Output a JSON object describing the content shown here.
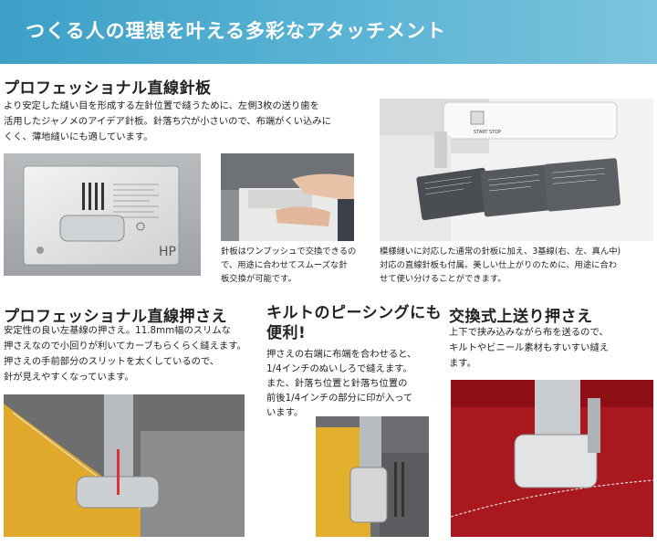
{
  "banner": {
    "title": "つくる人の理想を叶える多彩なアタッチメント",
    "color": "#4aaad0"
  },
  "needle_plate": {
    "heading": "プロフェッショナル直線針板",
    "body": [
      "より安定した縫い目を形成する左針位置で縫うために、左側3枚の送り歯を",
      "活用したジャノメのアイデア針板。針落ち穴が小さいので、布端がくい込みに",
      "くく、薄地縫いにも適しています。"
    ],
    "plate_label": "HP",
    "caption_center": [
      "針板はワンプッシュで交換できるの",
      "で、用途に合わせてスムーズな針",
      "板交換が可能です。"
    ],
    "caption_right": [
      "模様縫いに対応した通常の針板に加え、3基線(右、左、真ん中)",
      "対応の直線針板も付属。美しい仕上がりのために、用途に合わ",
      "せて使い分けることができます。"
    ],
    "machine_buttons": [
      "START STOP"
    ]
  },
  "straight_foot": {
    "heading": "プロフェッショナル直線押さえ",
    "body": [
      "安定性の良い左基線の押さえ。11.8mm幅のスリムな",
      "押さえなので小回りが利いてカーブもらくらく縫えます。",
      "押さえの手前部分のスリットを太くしているので、",
      "針が見えやすくなっています。"
    ]
  },
  "quilt": {
    "heading_lines": [
      "キルトのピーシングにも",
      "便利!"
    ],
    "body": [
      "押さえの右端に布端を合わせると、",
      "1/4インチのぬいしろで縫えます。",
      "また、針落ち位置と針落ち位置の",
      "前後1/4インチの部分に印が入って",
      "います。"
    ]
  },
  "walking_foot": {
    "heading": "交換式上送り押さえ",
    "body": [
      "上下で挟み込みながら布を送るので、",
      "キルトやビニール素材もすいすい縫え",
      "ます。"
    ]
  }
}
